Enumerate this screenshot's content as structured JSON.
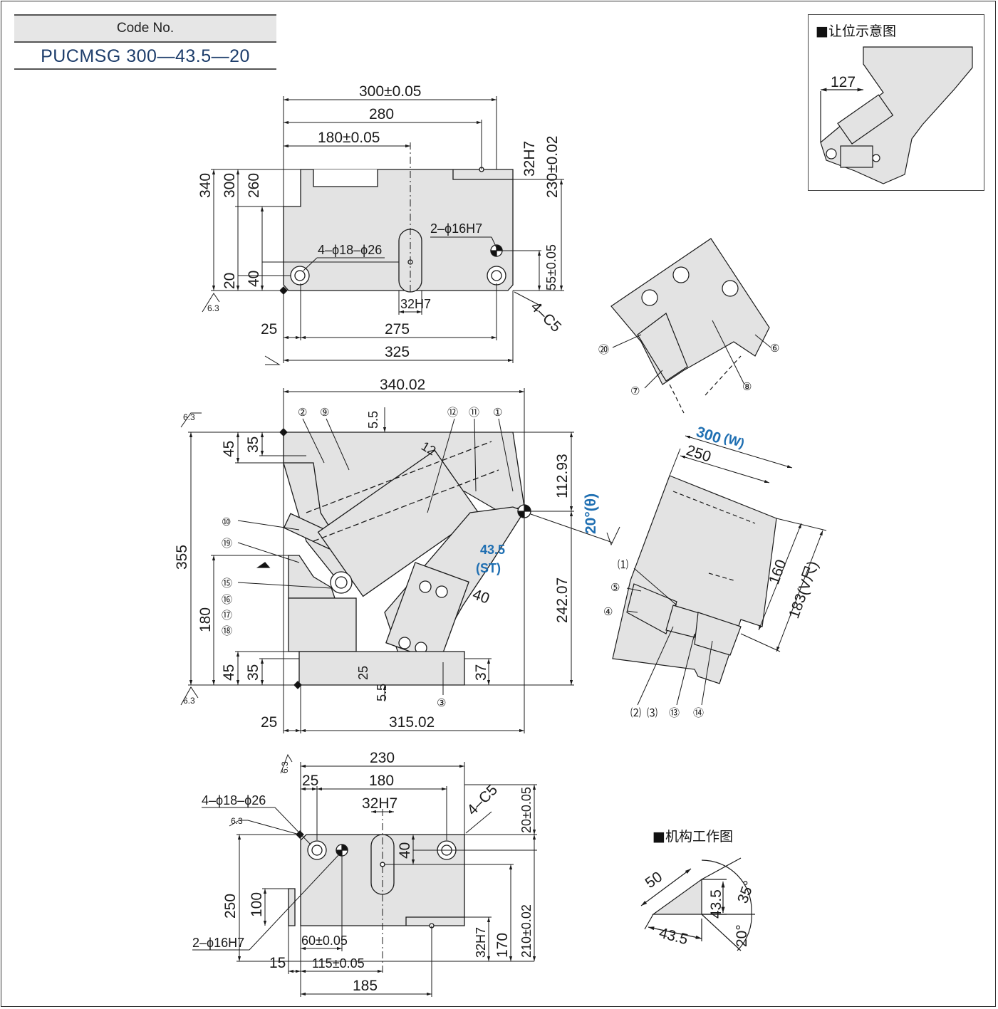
{
  "code": {
    "label": "Code No.",
    "value": "PUCMSG 300—43.5—20"
  },
  "legend": {
    "title": "■让位示意图",
    "dim_127": "127"
  },
  "mechanism": {
    "title": "■机构工作图",
    "d50": "50",
    "d43_5a": "43.5",
    "d43_5b": "43.5",
    "a35": "35°",
    "a20": "20°"
  },
  "top_view": {
    "d300": "300±0.05",
    "d280": "280",
    "d180": "180±0.05",
    "d32h7a": "32H7",
    "d230": "230±0.02",
    "d340": "340",
    "d300v": "300",
    "d260": "260",
    "d40": "40",
    "d20": "20",
    "hole_16": "2–ϕ16H7",
    "hole_18": "4–ϕ18–ϕ26",
    "d55": "55±0.05",
    "d32h7b": "32H7",
    "c5": "4–C5",
    "d25": "25",
    "d275": "275",
    "d325": "325",
    "rough": "6.3"
  },
  "front_view": {
    "d340_02": "340.02",
    "d5_5a": "5.5",
    "d12": "12",
    "d112_93": "112.93",
    "angle": "20°(θ)",
    "stroke": "43.5",
    "st": "(ST)",
    "d40": "40",
    "d242_07": "242.07",
    "d355": "355",
    "d180": "180",
    "d45a": "45",
    "d35a": "35",
    "d45b": "45",
    "d35b": "35",
    "d25v": "25",
    "d5_5b": "5.5",
    "d37": "37",
    "d25": "25",
    "d315_02": "315.02",
    "rough": "6.3"
  },
  "side_view": {
    "w300": "300",
    "w_label": "(W)",
    "d250": "250",
    "d160": "160",
    "v183": "183(V尺)"
  },
  "bottom_view": {
    "d230": "230",
    "d25": "25",
    "d180": "180",
    "d32h7": "32H7",
    "c5": "4–C5",
    "hole_18": "4–ϕ18–ϕ26",
    "d20": "20±0.05",
    "d40": "40",
    "d250": "250",
    "d100": "100",
    "hole_16": "2–ϕ16H7",
    "d60": "60±0.05",
    "d15": "15",
    "d115": "115±0.05",
    "d185": "185",
    "d32h7b": "32H7",
    "d170": "170",
    "d210": "210±0.02",
    "rough": "6.3"
  },
  "parts": [
    "①",
    "②",
    "③",
    "④",
    "⑤",
    "⑥",
    "⑦",
    "⑧",
    "⑨",
    "⑩",
    "⑪",
    "⑫",
    "⑬",
    "⑭",
    "⑮",
    "⑯",
    "⑰",
    "⑱",
    "⑲",
    "⑳",
    "⑴",
    "⑵",
    "⑶"
  ],
  "colors": {
    "part_fill": "#e3e3e3",
    "line": "#1a1a1a",
    "blue": "#1f6fb2",
    "header": "#e6e6e6"
  }
}
